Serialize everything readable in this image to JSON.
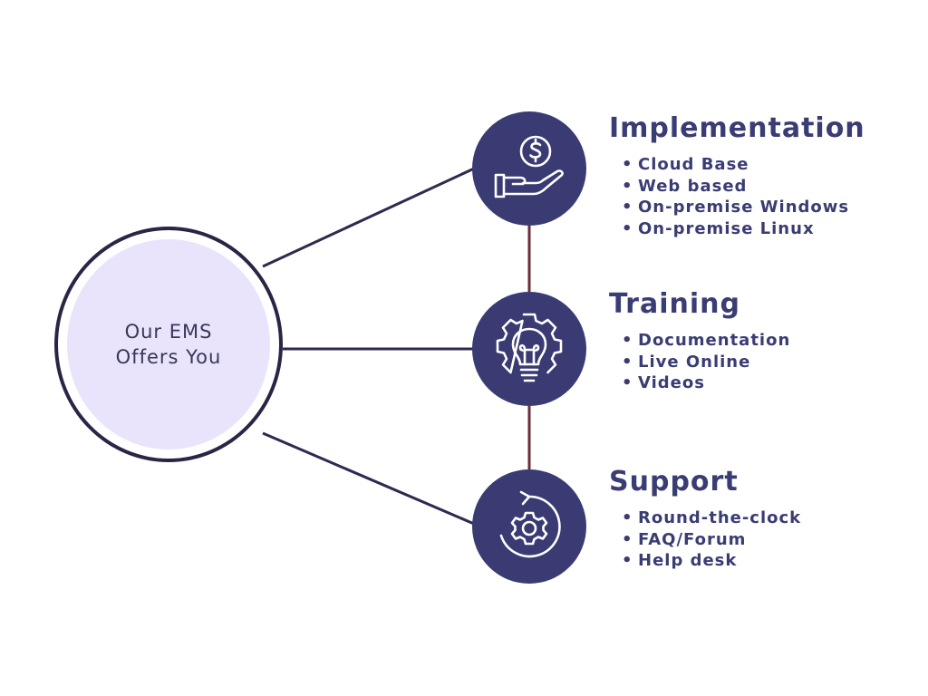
{
  "hub": {
    "label": "Our EMS\nOffers You"
  },
  "colors": {
    "node_fill": "#393b72",
    "hub_fill": "#e9e4fb",
    "hub_stroke": "#2a2545",
    "spoke_line": "#2e2a4f",
    "vertical_line": "#6b2e3a",
    "text": "#3a3c74",
    "icon_stroke": "#ffffff"
  },
  "groups": [
    {
      "icon": "hand-dollar-icon",
      "title": "Implementation",
      "items": [
        "Cloud Base",
        "Web based",
        "On-premise Windows",
        "On-premise Linux"
      ]
    },
    {
      "icon": "gear-lightbulb-icon",
      "title": "Training",
      "items": [
        "Documentation",
        "Live Online",
        "Videos"
      ]
    },
    {
      "icon": "refresh-gear-icon",
      "title": "Support",
      "items": [
        "Round-the-clock",
        "FAQ/Forum",
        "Help desk"
      ]
    }
  ]
}
